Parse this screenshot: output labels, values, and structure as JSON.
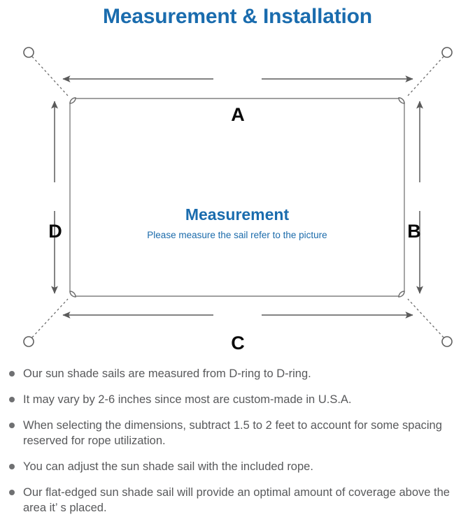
{
  "header": {
    "title": "Measurement & Installation",
    "title_color": "#1a6cae"
  },
  "diagram": {
    "name": "sun-shade-sail-measurement-diagram",
    "center_title": "Measurement",
    "center_subtitle": "Please measure the sail refer to the picture",
    "center_title_color": "#1a6cae",
    "dimension_labels": {
      "top": "A",
      "right": "B",
      "bottom": "C",
      "left": "D"
    },
    "line_color": "#5a5a5a",
    "sail_edge_color": "#7d7d7d",
    "d_ring_count": 4
  },
  "notes": {
    "items": [
      "Our sun shade sails are measured from D-ring to D-ring.",
      "It may vary by 2-6 inches since most are custom-made in U.S.A.",
      "When selecting the dimensions, subtract 1.5 to 2 feet to account for some spacing reserved for rope utilization.",
      "You can adjust the sun shade sail with the included rope.",
      "Our flat-edged sun shade sail will provide an optimal amount of coverage above the area it’ s placed."
    ],
    "bullet_color": "#6f7072",
    "text_color": "#58595b"
  }
}
